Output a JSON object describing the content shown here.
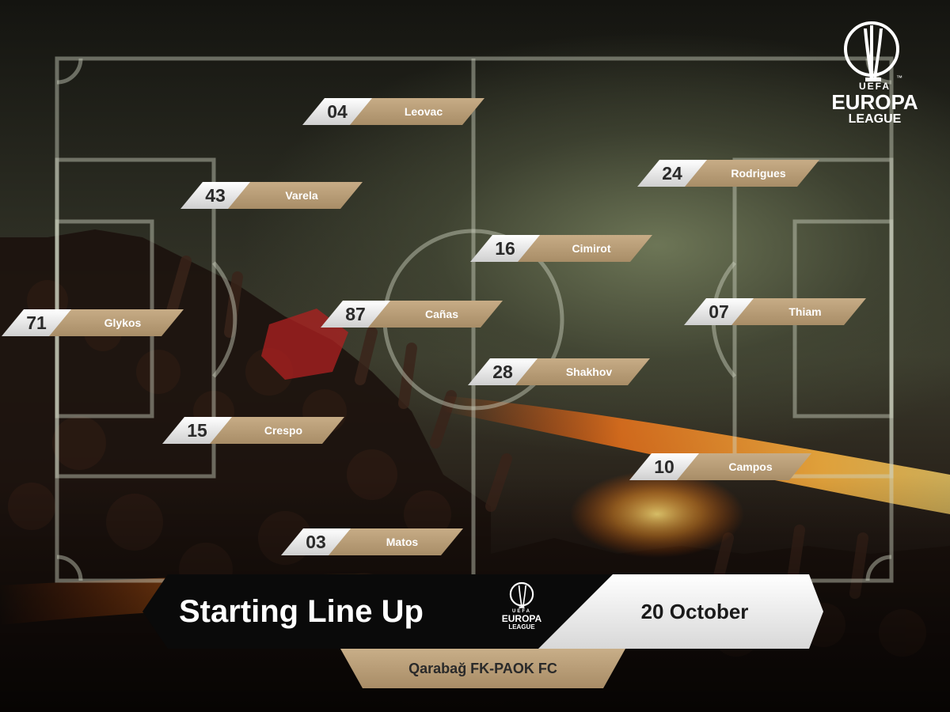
{
  "branding": {
    "logo_uefa": "UEFA",
    "logo_europa": "EUROPA",
    "logo_league": "LEAGUE",
    "trademark": "™",
    "accent_gold": "#b39873",
    "accent_orange": "#ff7a1a"
  },
  "players": [
    {
      "number": "04",
      "name": "Leovac"
    },
    {
      "number": "43",
      "name": "Varela"
    },
    {
      "number": "24",
      "name": "Rodrigues"
    },
    {
      "number": "16",
      "name": "Cimirot"
    },
    {
      "number": "71",
      "name": "Glykos"
    },
    {
      "number": "87",
      "name": "Cañas"
    },
    {
      "number": "07",
      "name": "Thiam"
    },
    {
      "number": "28",
      "name": "Shakhov"
    },
    {
      "number": "15",
      "name": "Crespo"
    },
    {
      "number": "10",
      "name": "Campos"
    },
    {
      "number": "03",
      "name": "Matos"
    }
  ],
  "banner": {
    "title": "Starting Line Up",
    "date": "20 October"
  },
  "match": {
    "teams": "Qarabağ FK-PAOK FC"
  }
}
